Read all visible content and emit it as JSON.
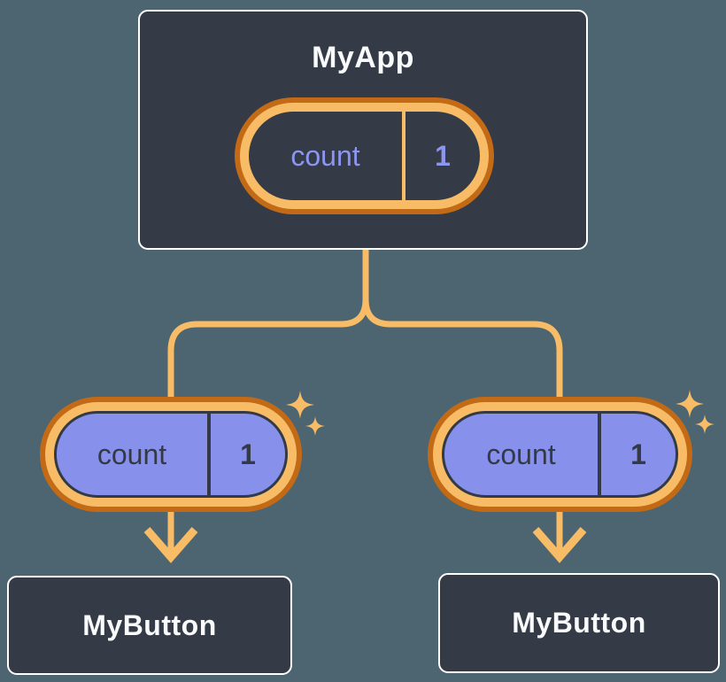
{
  "diagram": {
    "root": {
      "label": "MyApp",
      "state": {
        "name": "count",
        "value": "1"
      }
    },
    "children": [
      {
        "label": "MyButton",
        "state": {
          "name": "count",
          "value": "1"
        }
      },
      {
        "label": "MyButton",
        "state": {
          "name": "count",
          "value": "1"
        }
      }
    ]
  },
  "icons": {
    "sparkle": "four-point-star",
    "arrow": "arrow-down"
  },
  "colors": {
    "background": "#4D6570",
    "node_fill": "#343A46",
    "node_border": "#FFFFFF",
    "ring_orange_dark": "#C26A16",
    "ring_orange_light": "#F8BC66",
    "connector_orange": "#F8BC66",
    "pill_purple": "#8791EC",
    "state_text_purple": "#8C96F0",
    "text_light": "#F9FAFB",
    "text_dark": "#333A45"
  }
}
